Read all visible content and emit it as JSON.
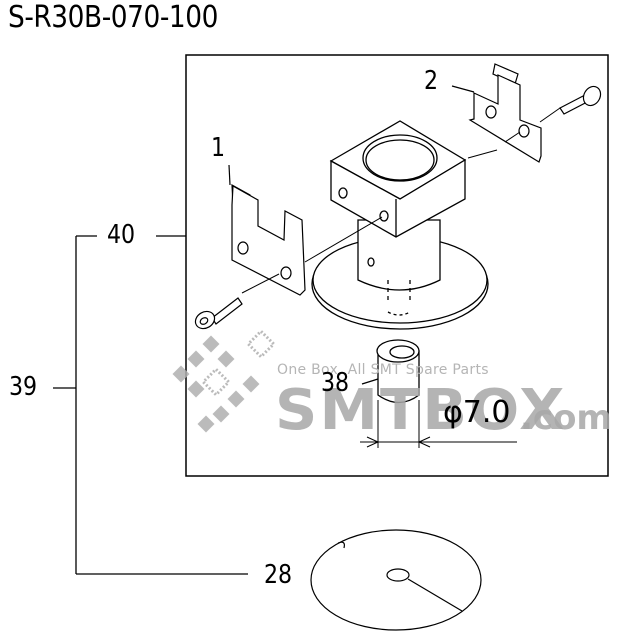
{
  "diagram": {
    "title": "S-R30B-070-100",
    "callouts": {
      "part_1": "1",
      "part_2": "2",
      "part_40": "40",
      "part_39": "39",
      "part_38": "38",
      "part_28": "28"
    },
    "dimension": "φ7.0",
    "watermark": {
      "tagline": "One Box, All SMT Spare Parts",
      "brand": "SMTBOX",
      "suffix": ".com"
    },
    "colors": {
      "line": "#000000",
      "watermark": "#a8a8a8",
      "background": "#ffffff"
    }
  }
}
